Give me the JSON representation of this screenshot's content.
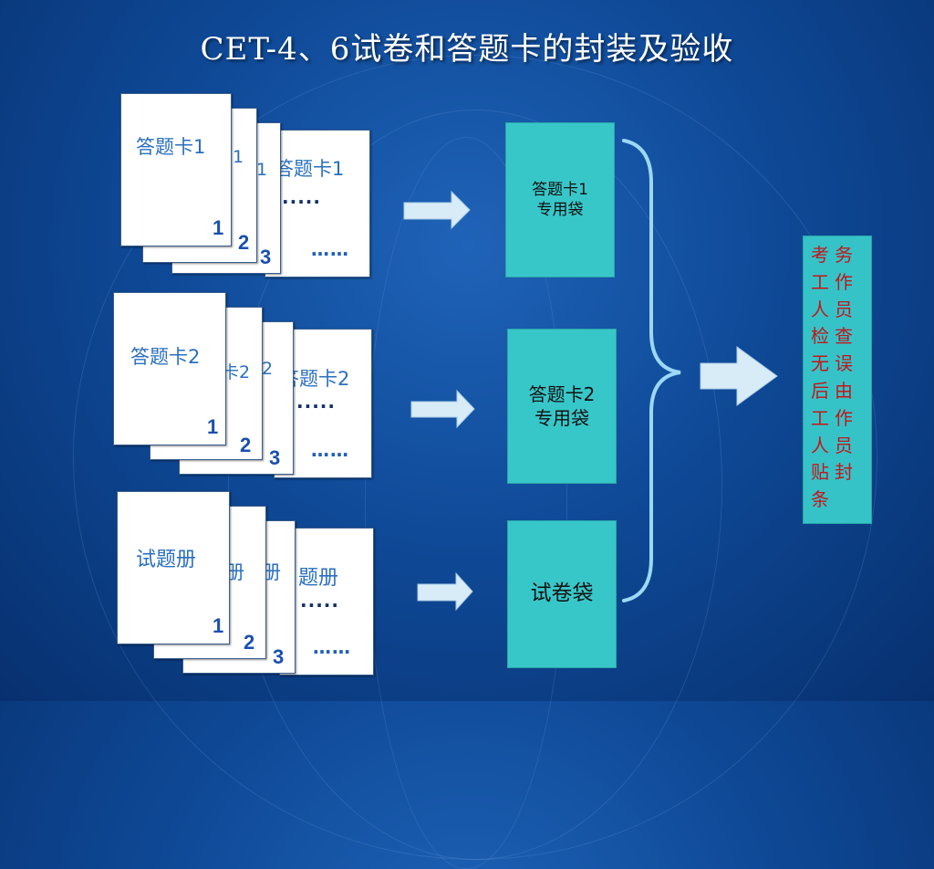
{
  "title": "CET-4、6试卷和答题卡的封装及验收",
  "groups": [
    {
      "front_label": "答题卡1",
      "mid_label": "1",
      "back_label": "1",
      "rear_label": "答题卡1",
      "numbers": [
        "1",
        "2",
        "3"
      ],
      "dots": "……",
      "dots_short": "·····"
    },
    {
      "front_label": "答题卡2",
      "mid_label": "卡2",
      "back_label": "2",
      "rear_label": "答题卡2",
      "numbers": [
        "1",
        "2",
        "3"
      ],
      "dots": "……",
      "dots_short": "·····"
    },
    {
      "front_label": "试题册",
      "mid_label": "册",
      "back_label": "册",
      "rear_label": "题册",
      "numbers": [
        "1",
        "2",
        "3"
      ],
      "dots": "……",
      "dots_short": "·····"
    }
  ],
  "bags": [
    {
      "line1": "答题卡1",
      "line2": "专用袋"
    },
    {
      "line1": "答题卡2",
      "line2": "专用袋"
    },
    {
      "line1": "试卷袋",
      "line2": ""
    }
  ],
  "result": "考务工作人员检查无误后由工作人员贴封条",
  "colors": {
    "background": "#0f4a98",
    "bag_fill": "#38c7c9",
    "result_text": "#c0181c",
    "arrow_fill": "#d8ecf8",
    "brace": "#9ad8f5"
  },
  "icons": [
    "arrow-right-icon",
    "curly-brace-icon"
  ]
}
